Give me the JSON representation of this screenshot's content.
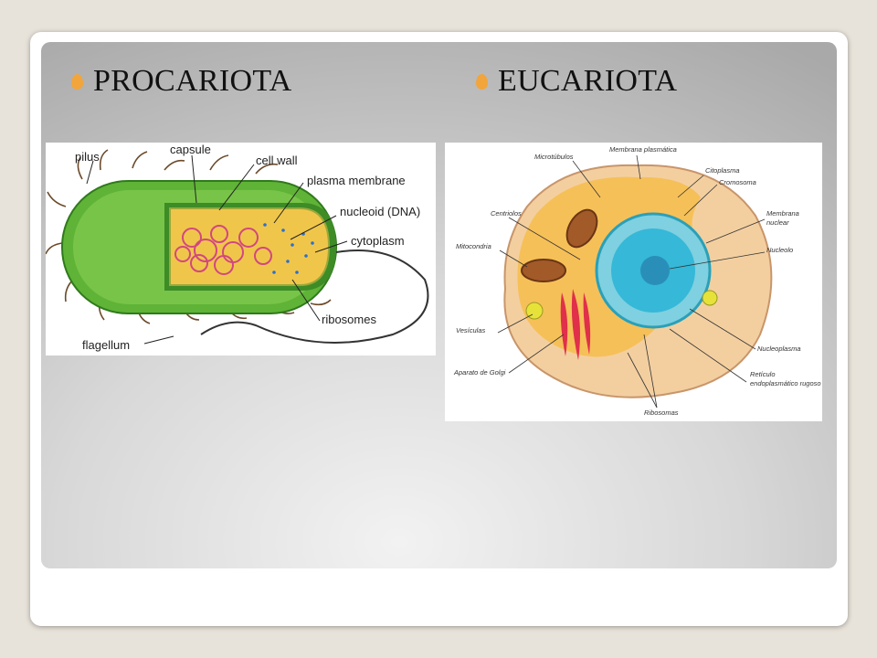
{
  "bullets": [
    {
      "label": "PROCARIOTA"
    },
    {
      "label": "EUCARIOTA"
    }
  ],
  "prokaryote_labels": [
    "pilus",
    "capsule",
    "cell wall",
    "plasma membrane",
    "nucleoid (DNA)",
    "cytoplasm",
    "ribosomes",
    "flagellum"
  ],
  "eukaryote_labels": [
    "Membrana plasmática",
    "Microtúbulos",
    "Citoplasma",
    "Cromosoma",
    "Centriolos",
    "Membrana",
    "nuclear",
    "Mitocondria",
    "Nucleolo",
    "Vesículas",
    "Nucleoplasma",
    "Aparato de Golgi",
    "Retículo",
    "endoplasmático rugoso",
    "Ribosomas"
  ],
  "colors": {
    "bullet": "#f1a53a",
    "cell_green": "#5fb336",
    "cytoplasm": "#f0c64a",
    "nucleus": "#36b8d8",
    "golgi": "#e0304a",
    "eu_cytoplasm": "#f6c058"
  }
}
